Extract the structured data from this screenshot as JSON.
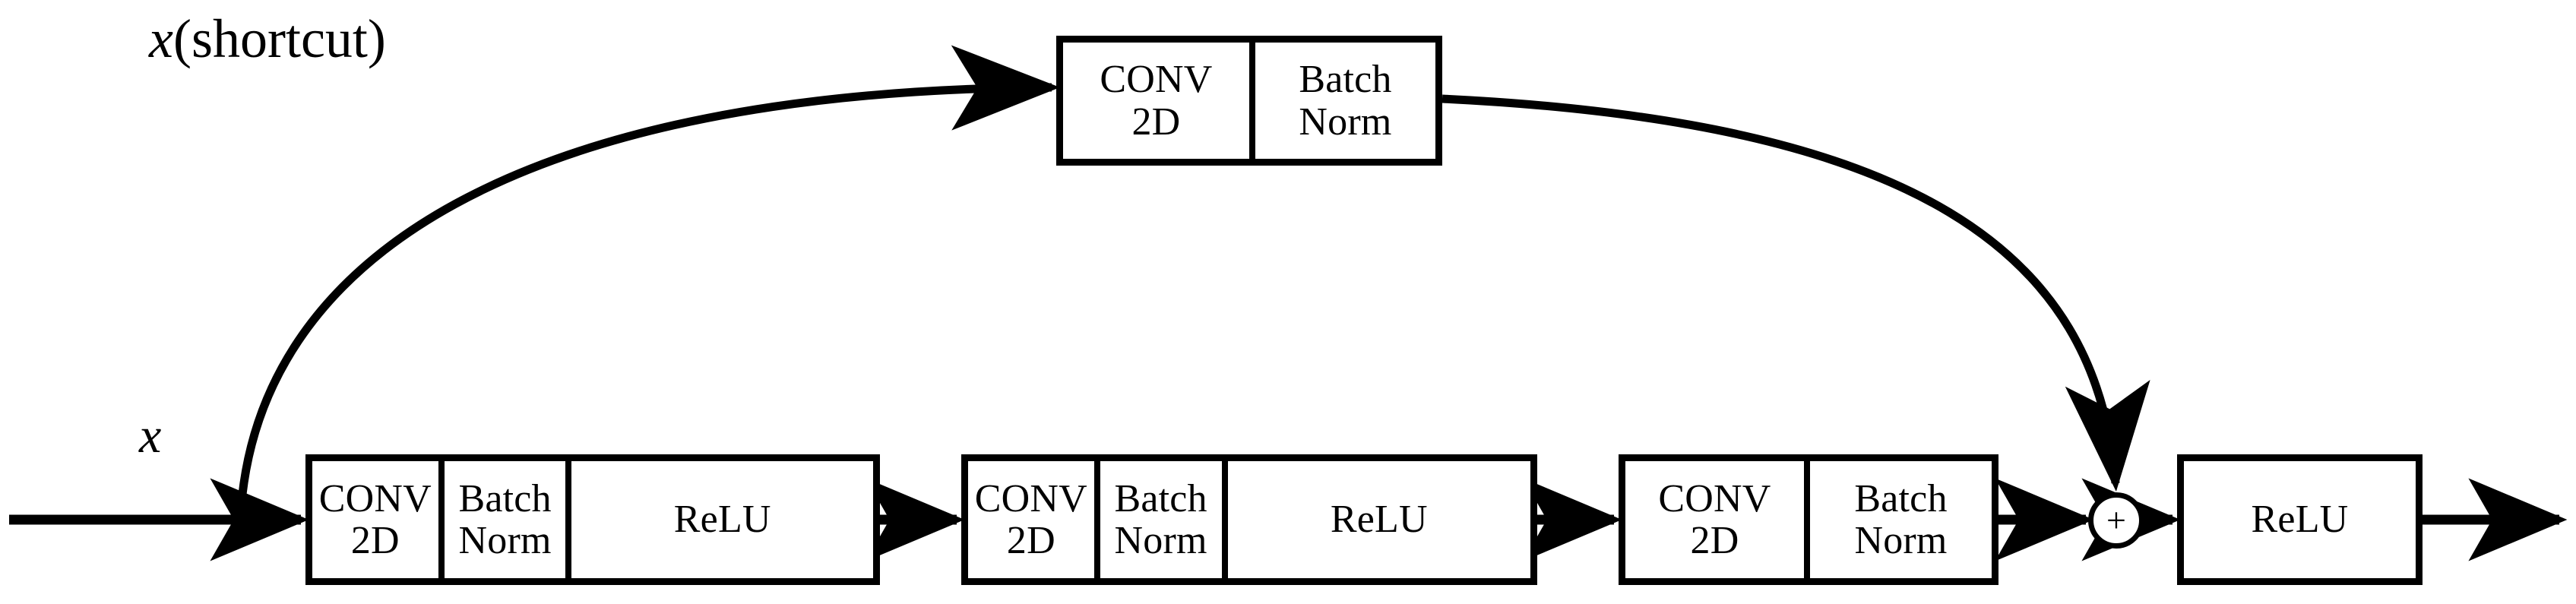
{
  "diagram": {
    "title": "Residual block with convolutional shortcut",
    "stroke_color": "#000000",
    "background_color": "#ffffff",
    "labels": {
      "input_x": "x",
      "shortcut_var": "x",
      "shortcut_paren": "(shortcut)"
    },
    "add_node": {
      "symbol": "+",
      "name": "addition-node"
    },
    "shortcut_branch": {
      "name": "shortcut-branch",
      "block": {
        "name": "shortcut-conv-block",
        "cells": [
          {
            "name": "conv2d",
            "text": "CONV\n2D"
          },
          {
            "name": "batch-norm",
            "text": "Batch\nNorm"
          }
        ]
      }
    },
    "main_branch": {
      "name": "main-branch",
      "blocks": [
        {
          "name": "main-block-1",
          "cells": [
            {
              "name": "conv2d",
              "text": "CONV\n2D"
            },
            {
              "name": "batch-norm",
              "text": "Batch\nNorm"
            },
            {
              "name": "relu",
              "text": "ReLU"
            }
          ]
        },
        {
          "name": "main-block-2",
          "cells": [
            {
              "name": "conv2d",
              "text": "CONV\n2D"
            },
            {
              "name": "batch-norm",
              "text": "Batch\nNorm"
            },
            {
              "name": "relu",
              "text": "ReLU"
            }
          ]
        },
        {
          "name": "main-block-3",
          "cells": [
            {
              "name": "conv2d",
              "text": "CONV\n2D"
            },
            {
              "name": "batch-norm",
              "text": "Batch\nNorm"
            }
          ]
        }
      ],
      "output_block": {
        "name": "output-relu-block",
        "cells": [
          {
            "name": "relu",
            "text": "ReLU"
          }
        ]
      }
    }
  }
}
